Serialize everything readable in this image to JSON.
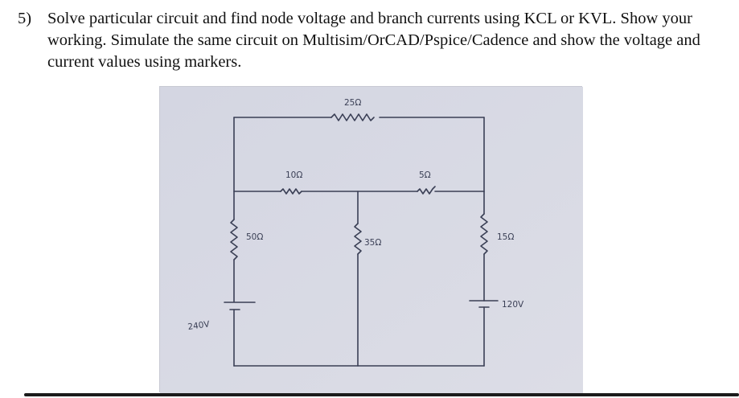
{
  "question": {
    "number": "5)",
    "text": "Solve particular circuit and find node voltage and branch currents using KCL or KVL. Show your working. Simulate the same circuit on Multisim/OrCAD/Pspice/Cadence and show the voltage and current values using markers."
  },
  "circuit": {
    "labels": {
      "r_top": "25Ω",
      "r_left_mid": "10Ω",
      "r_right_mid": "5Ω",
      "r_left_vertical": "50Ω",
      "r_center_vertical": "35Ω",
      "r_right_vertical": "15Ω",
      "v_left": "240V",
      "v_right": "120V"
    }
  }
}
